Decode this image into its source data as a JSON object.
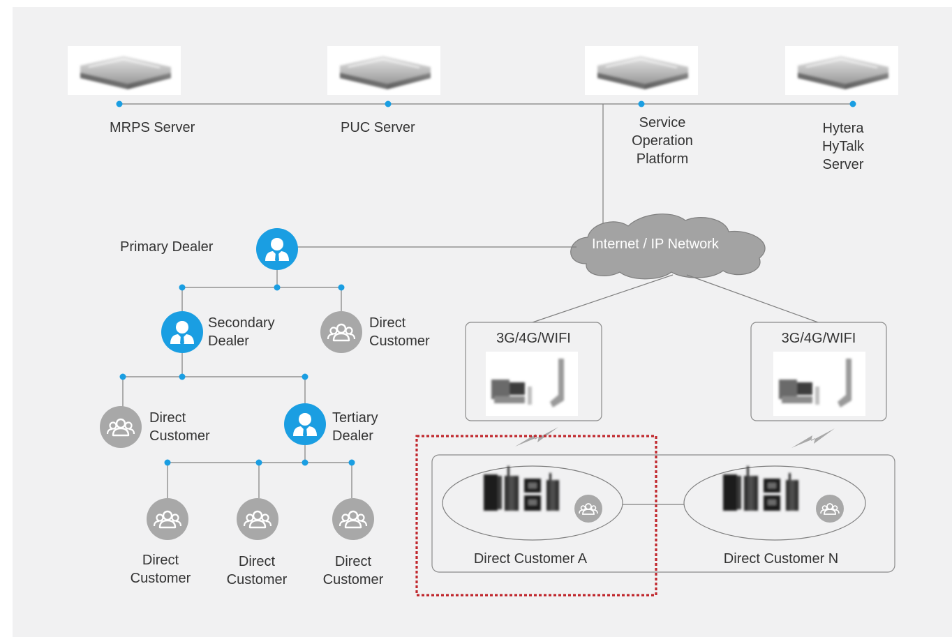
{
  "servers": [
    {
      "id": "mrps",
      "label": "MRPS Server"
    },
    {
      "id": "puc",
      "label": "PUC Server"
    },
    {
      "id": "sop",
      "label": "Service\nOperation\nPlatform"
    },
    {
      "id": "hytalk",
      "label": "Hytera\nHyTalk\nServer"
    }
  ],
  "network": {
    "label": "Internet / IP Network"
  },
  "dealers": {
    "primary": "Primary Dealer",
    "secondary": "Secondary\nDealer",
    "tertiary": "Tertiary\nDealer"
  },
  "customers": {
    "direct_under_primary": "Direct\nCustomer",
    "direct_under_secondary": "Direct\nCustomer",
    "direct_under_tertiary": [
      "Direct\nCustomer",
      "Direct\nCustomer",
      "Direct\nCustomer"
    ]
  },
  "access_points": [
    {
      "id": "ap-a",
      "label": "3G/4G/WIFI"
    },
    {
      "id": "ap-n",
      "label": "3G/4G/WIFI"
    }
  ],
  "customer_groups": [
    {
      "id": "cust-a",
      "label": "Direct Customer A",
      "highlighted": true
    },
    {
      "id": "cust-n",
      "label": "Direct Customer N",
      "highlighted": false
    }
  ],
  "colors": {
    "background": "#f1f1f2",
    "line": "#7f7f7f",
    "dot": "#1a9ee2",
    "dealer_icon": "#1a9ee2",
    "customer_icon": "#a8a8a8",
    "cloud": "#a3a3a3",
    "highlight_border": "#c0272d"
  },
  "icons": {
    "server": "server-appliance-icon",
    "dealer": "dealer-person-icon",
    "customer": "customer-group-icon",
    "cloud": "cloud-icon",
    "wireless": "lightning-wireless-icon",
    "terminal": "radio-terminal-icon",
    "base_station": "base-station-icon"
  }
}
